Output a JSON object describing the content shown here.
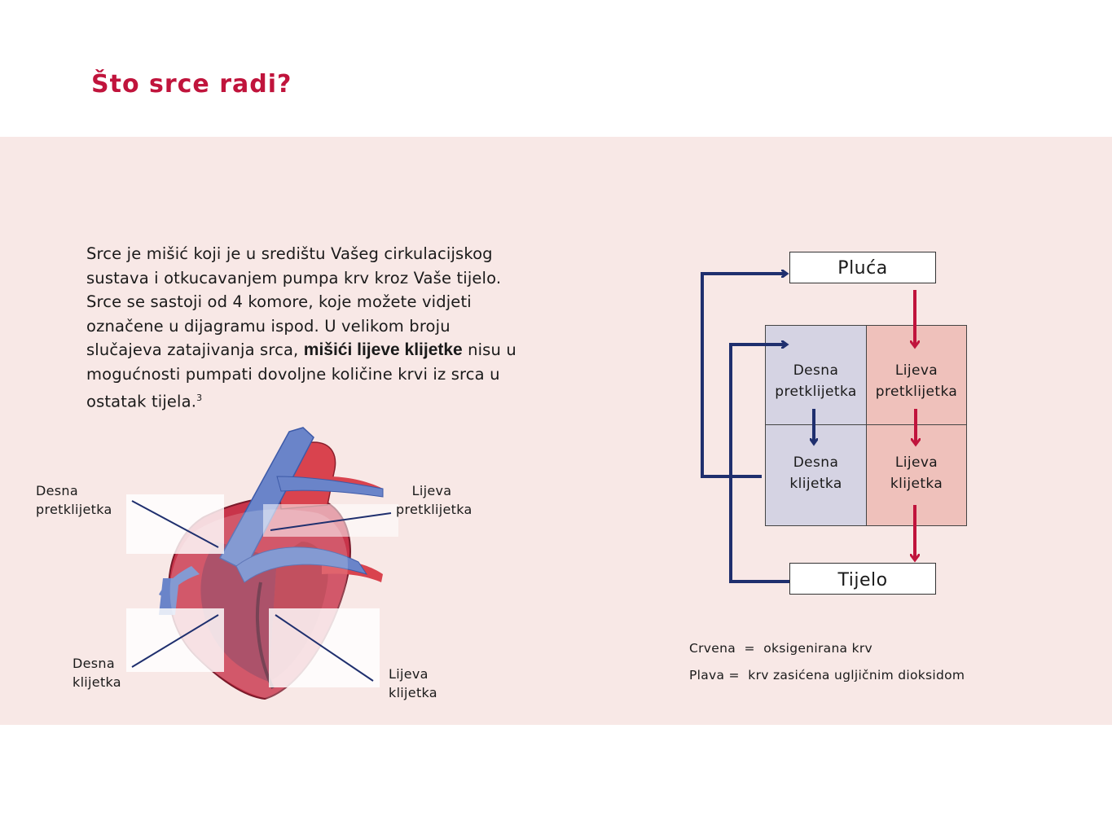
{
  "title": "Što srce radi?",
  "intro": {
    "text_before": "Srce je mišić koji je u središtu Vašeg cirkulacijskog sustava i otkucavanjem pumpa krv kroz Vaše tijelo. Srce se sastoji od 4 komore, koje možete vidjeti označene u dijagramu ispod. U velikom broju slučajeva zatajivanja srca, ",
    "bold": "mišići lijeve klijetke",
    "text_after": " nisu u mogućnosti pumpati dovoljne količine krvi iz srca u ostatak tijela.",
    "footnote": "3"
  },
  "heart_labels": {
    "right_atrium": [
      "Desna",
      "pretklijetka"
    ],
    "left_atrium": [
      "Lijeva",
      "pretklijetka"
    ],
    "right_ventricle": [
      "Desna",
      "klijetka"
    ],
    "left_ventricle": [
      "Lijeva",
      "klijetka"
    ]
  },
  "flow": {
    "lungs": "Pluća",
    "body": "Tijelo",
    "cells": {
      "right_atrium": [
        "Desna",
        "pretklijetka"
      ],
      "left_atrium": [
        "Lijeva",
        "pretklijetka"
      ],
      "right_ventricle": [
        "Desna",
        "klijetka"
      ],
      "left_ventricle": [
        "Lijeva",
        "klijetka"
      ]
    }
  },
  "legend": {
    "red": "Crvena  =  oksigenirana krv",
    "blue": "Plava =  krv zasićena ugljičnim dioksidom"
  },
  "colors": {
    "title": "#c0143c",
    "band": "#f8e8e6",
    "blue_arrow": "#1f2f6e",
    "red_arrow": "#c0143c",
    "blue_cell": "#d5d3e3",
    "red_cell": "#efc1bb"
  }
}
